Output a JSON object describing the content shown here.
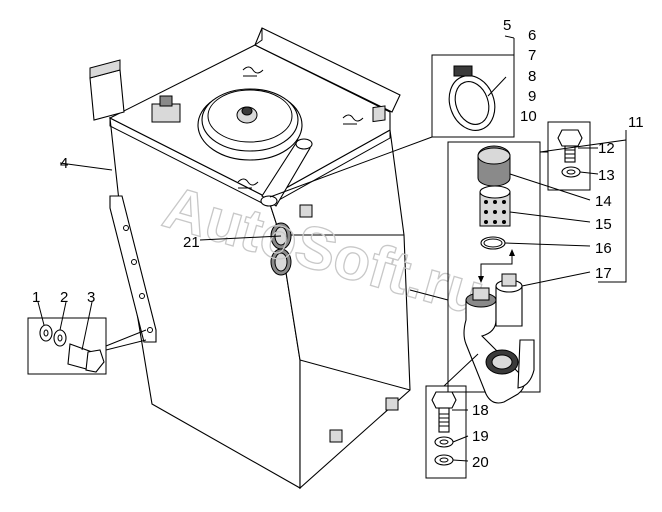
{
  "watermark": "AutoSoft.ru",
  "callouts": [
    "1",
    "2",
    "3",
    "4",
    "5",
    "6",
    "7",
    "8",
    "9",
    "10",
    "11",
    "12",
    "13",
    "14",
    "15",
    "16",
    "17",
    "18",
    "19",
    "20",
    "21"
  ]
}
